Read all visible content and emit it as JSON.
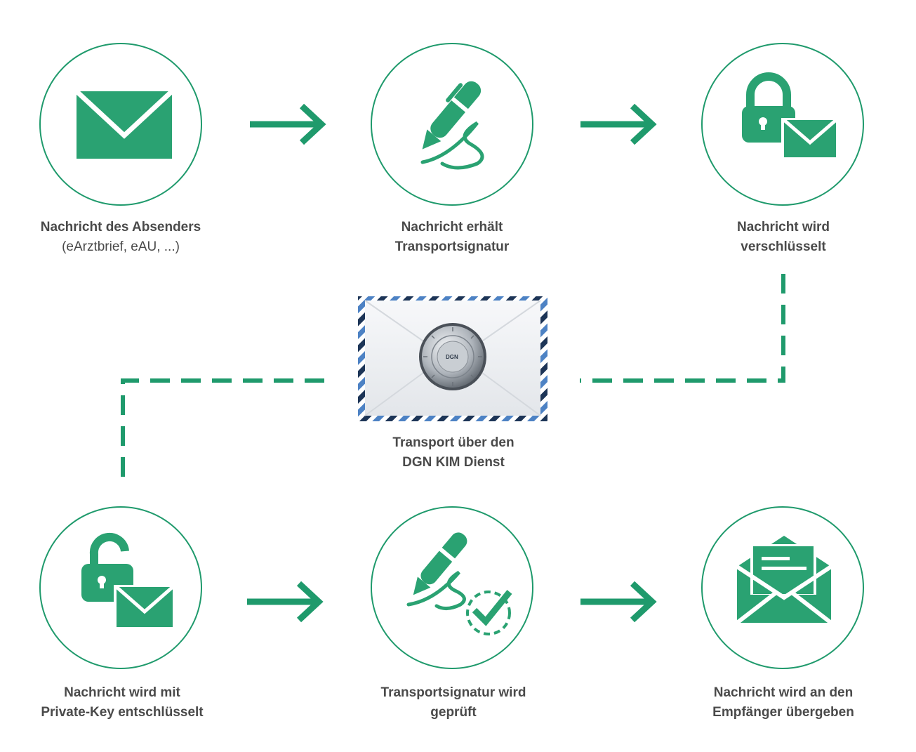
{
  "colors": {
    "accent": "#1f9a6c",
    "icon_fill": "#2aa272",
    "text": "#4a4a4a",
    "stripe_dark": "#1d3557",
    "stripe_light": "#4d82c4"
  },
  "steps": [
    {
      "icon": "envelope-icon",
      "line1": "Nachricht des Absenders",
      "line2": "(eArztbrief, eAU, ...)"
    },
    {
      "icon": "pen-signature-icon",
      "line1": "Nachricht erhält",
      "line2": "Transportsignatur"
    },
    {
      "icon": "lock-envelope-icon",
      "line1": "Nachricht wird",
      "line2": "verschlüsselt"
    },
    {
      "icon": "unlock-envelope-icon",
      "line1": "Nachricht wird mit",
      "line2": "Private-Key entschlüsselt"
    },
    {
      "icon": "pen-check-icon",
      "line1": "Transportsignatur wird",
      "line2": "geprüft"
    },
    {
      "icon": "open-envelope-icon",
      "line1": "Nachricht wird an den",
      "line2": "Empfänger übergeben"
    }
  ],
  "transport": {
    "icon": "secure-airmail-envelope-icon",
    "line1": "Transport über den",
    "line2": "DGN KIM Dienst",
    "seal_brand": "DGN"
  }
}
